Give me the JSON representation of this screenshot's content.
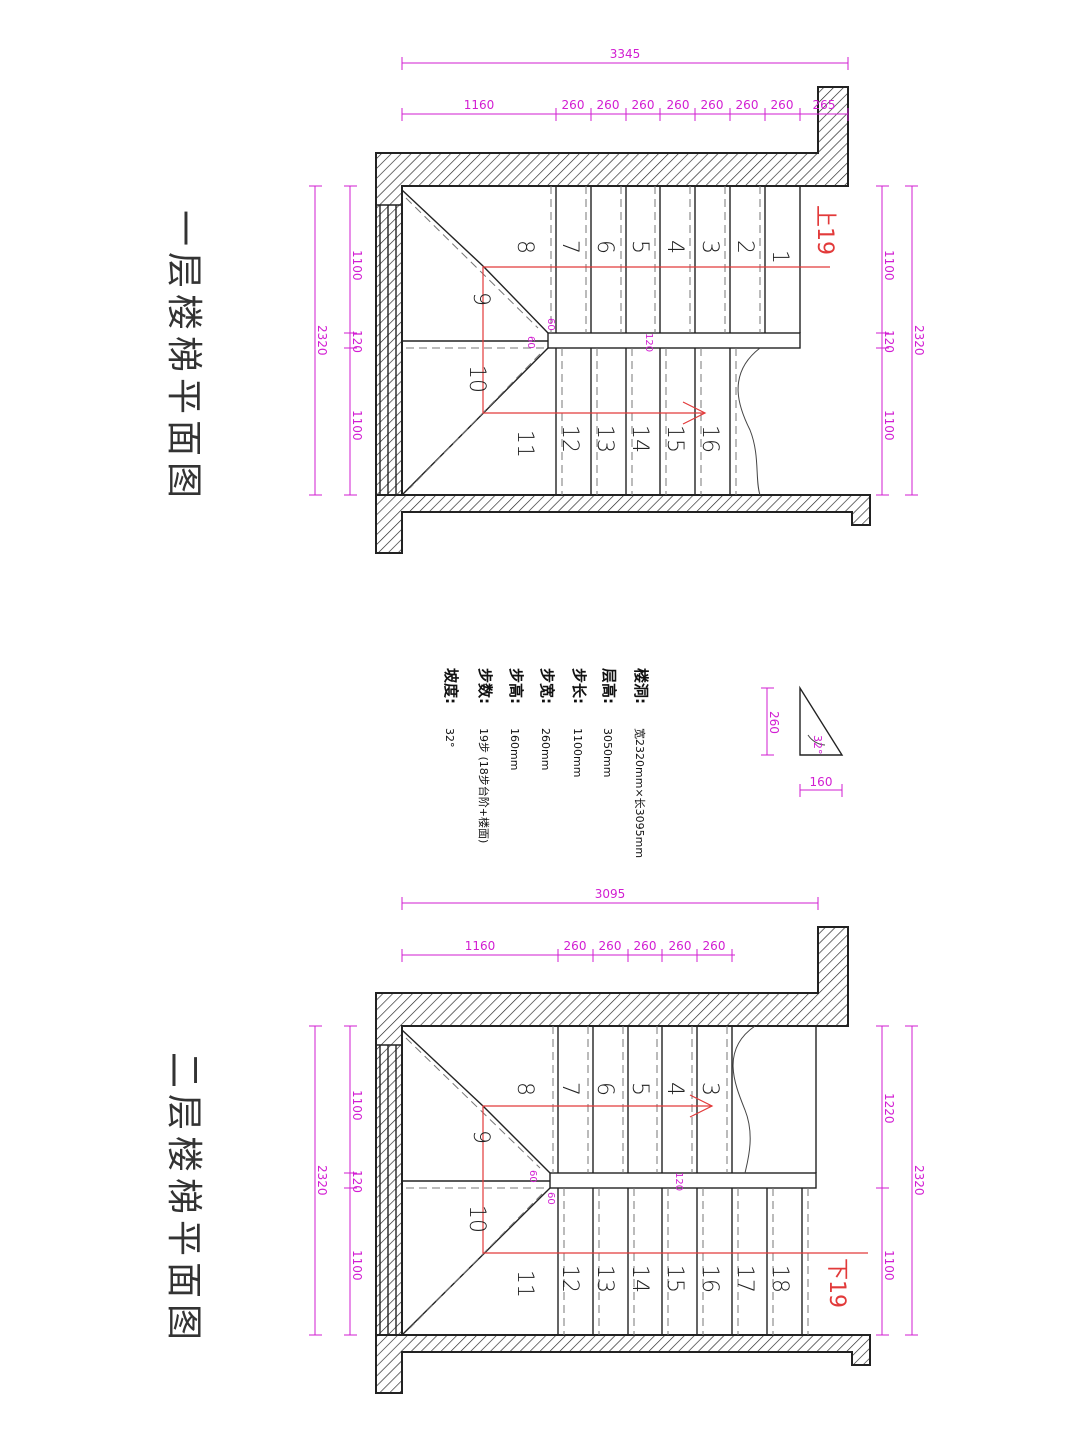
{
  "plan1": {
    "title": "一层楼梯平面图",
    "dim_total": "3345",
    "dim_landing": "1160",
    "dim_steps": [
      "260",
      "260",
      "260",
      "260",
      "260",
      "260",
      "260",
      "265"
    ],
    "left_total": "2320",
    "left_dims": [
      "1100",
      "120",
      "1100"
    ],
    "right_total": "2320",
    "right_dims": [
      "1100",
      "120",
      "1100"
    ],
    "small_dims": [
      "60",
      "60",
      "120"
    ],
    "step_numbers": [
      "1",
      "2",
      "3",
      "4",
      "5",
      "6",
      "7",
      "8",
      "9",
      "10",
      "11",
      "12",
      "13",
      "14",
      "15",
      "16"
    ],
    "direction_label": "上19"
  },
  "plan2": {
    "title": "二层楼梯平面图",
    "dim_total": "3095",
    "dim_landing": "1160",
    "dim_steps": [
      "260",
      "260",
      "260",
      "260",
      "260"
    ],
    "left_total": "2320",
    "left_dims": [
      "1100",
      "120",
      "1100"
    ],
    "right_total": "2320",
    "right_dims": [
      "1220",
      "1100"
    ],
    "small_dims": [
      "60",
      "60",
      "120"
    ],
    "step_numbers": [
      "3",
      "4",
      "5",
      "6",
      "7",
      "8",
      "9",
      "10",
      "11",
      "12",
      "13",
      "14",
      "15",
      "16",
      "17",
      "18"
    ],
    "direction_label": "下19"
  },
  "slope_diagram": {
    "rise": "260",
    "run": "160",
    "angle": "32°"
  },
  "info": [
    {
      "label": "楼洞:",
      "value": "宽2320mm×长3095mm"
    },
    {
      "label": "层高:",
      "value": "3050mm"
    },
    {
      "label": "步长:",
      "value": "1100mm"
    },
    {
      "label": "步宽:",
      "value": "260mm"
    },
    {
      "label": "步高:",
      "value": "160mm"
    },
    {
      "label": "步数:",
      "value": "19步 (18步台阶+楼面)"
    },
    {
      "label": "坡度:",
      "value": "32°"
    }
  ],
  "colors": {
    "dimension": "#d21ed2",
    "arrow": "#e23a3a",
    "line": "#222222"
  }
}
